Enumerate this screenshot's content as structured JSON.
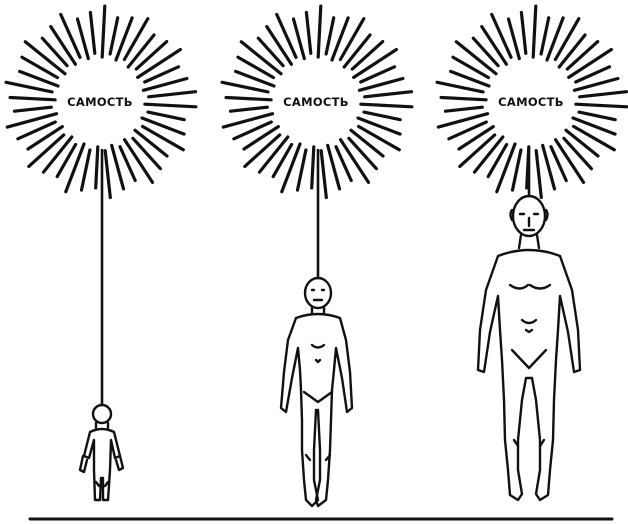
{
  "title": "",
  "labels": {
    "self_1": "САМОСТЬ",
    "self_2": "САМОСТЬ",
    "self_3": "САМОСТЬ"
  },
  "colors": {
    "ink": "#111111",
    "background": "#ffffff"
  },
  "icons": [
    "sunburst-icon",
    "person-figure-icon"
  ]
}
